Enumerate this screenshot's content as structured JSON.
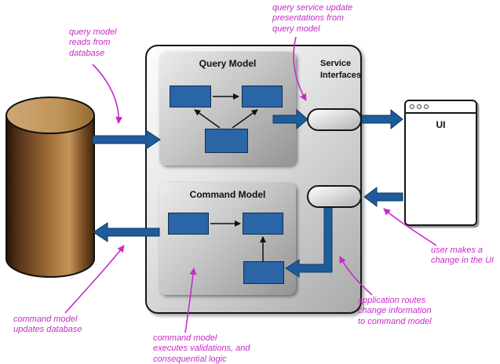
{
  "diagram": {
    "query_model": {
      "title": "Query Model"
    },
    "command_model": {
      "title": "Command Model"
    },
    "service_interfaces_label": "Service\nInterfaces",
    "ui": {
      "label": "UI"
    },
    "annotations": [
      {
        "id": "query-reads",
        "text": "query model\nreads from\ndatabase"
      },
      {
        "id": "query-service",
        "text": "query service update\npresentations from\nquery model"
      },
      {
        "id": "user-change",
        "text": "user makes a\nchange in the UI"
      },
      {
        "id": "app-routes",
        "text": "application routes\nchange information\nto command model"
      },
      {
        "id": "command-executes",
        "text": "command model\nexecutes validations, and\nconsequential logic"
      },
      {
        "id": "command-updates",
        "text": "command model\nupdates database"
      }
    ],
    "colors": {
      "node_blue": "#2A65A8",
      "arrow_blue": "#1E5C9B",
      "annotation_magenta": "#C72BC7",
      "database_brown": "#8a5a2e"
    }
  }
}
